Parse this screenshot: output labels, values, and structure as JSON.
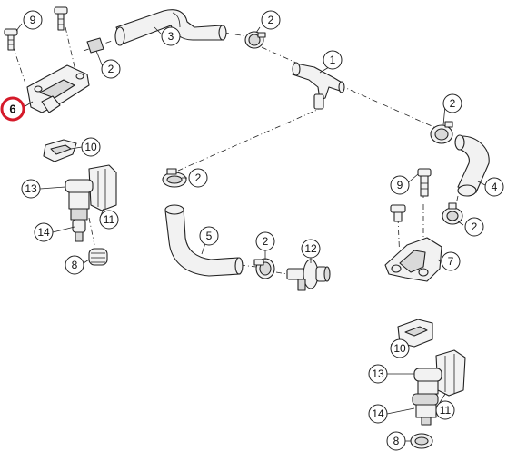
{
  "callouts": [
    {
      "id": "c9a",
      "label": "9"
    },
    {
      "id": "c2a",
      "label": "2"
    },
    {
      "id": "c3",
      "label": "3"
    },
    {
      "id": "c2b",
      "label": "2"
    },
    {
      "id": "c1",
      "label": "1"
    },
    {
      "id": "c6",
      "label": "6"
    },
    {
      "id": "c10a",
      "label": "10"
    },
    {
      "id": "c2c",
      "label": "2"
    },
    {
      "id": "c13a",
      "label": "13"
    },
    {
      "id": "c11a",
      "label": "11"
    },
    {
      "id": "c14a",
      "label": "14"
    },
    {
      "id": "c8a",
      "label": "8"
    },
    {
      "id": "c2d",
      "label": "2"
    },
    {
      "id": "c4",
      "label": "4"
    },
    {
      "id": "c9b",
      "label": "9"
    },
    {
      "id": "c2e",
      "label": "2"
    },
    {
      "id": "c5",
      "label": "5"
    },
    {
      "id": "c2f",
      "label": "2"
    },
    {
      "id": "c12",
      "label": "12"
    },
    {
      "id": "c7",
      "label": "7"
    },
    {
      "id": "c10b",
      "label": "10"
    },
    {
      "id": "c13b",
      "label": "13"
    },
    {
      "id": "c14b",
      "label": "14"
    },
    {
      "id": "c11b",
      "label": "11"
    },
    {
      "id": "c8b",
      "label": "8"
    }
  ],
  "highlight": {
    "callout": "c6",
    "color": "#d51a2a"
  }
}
